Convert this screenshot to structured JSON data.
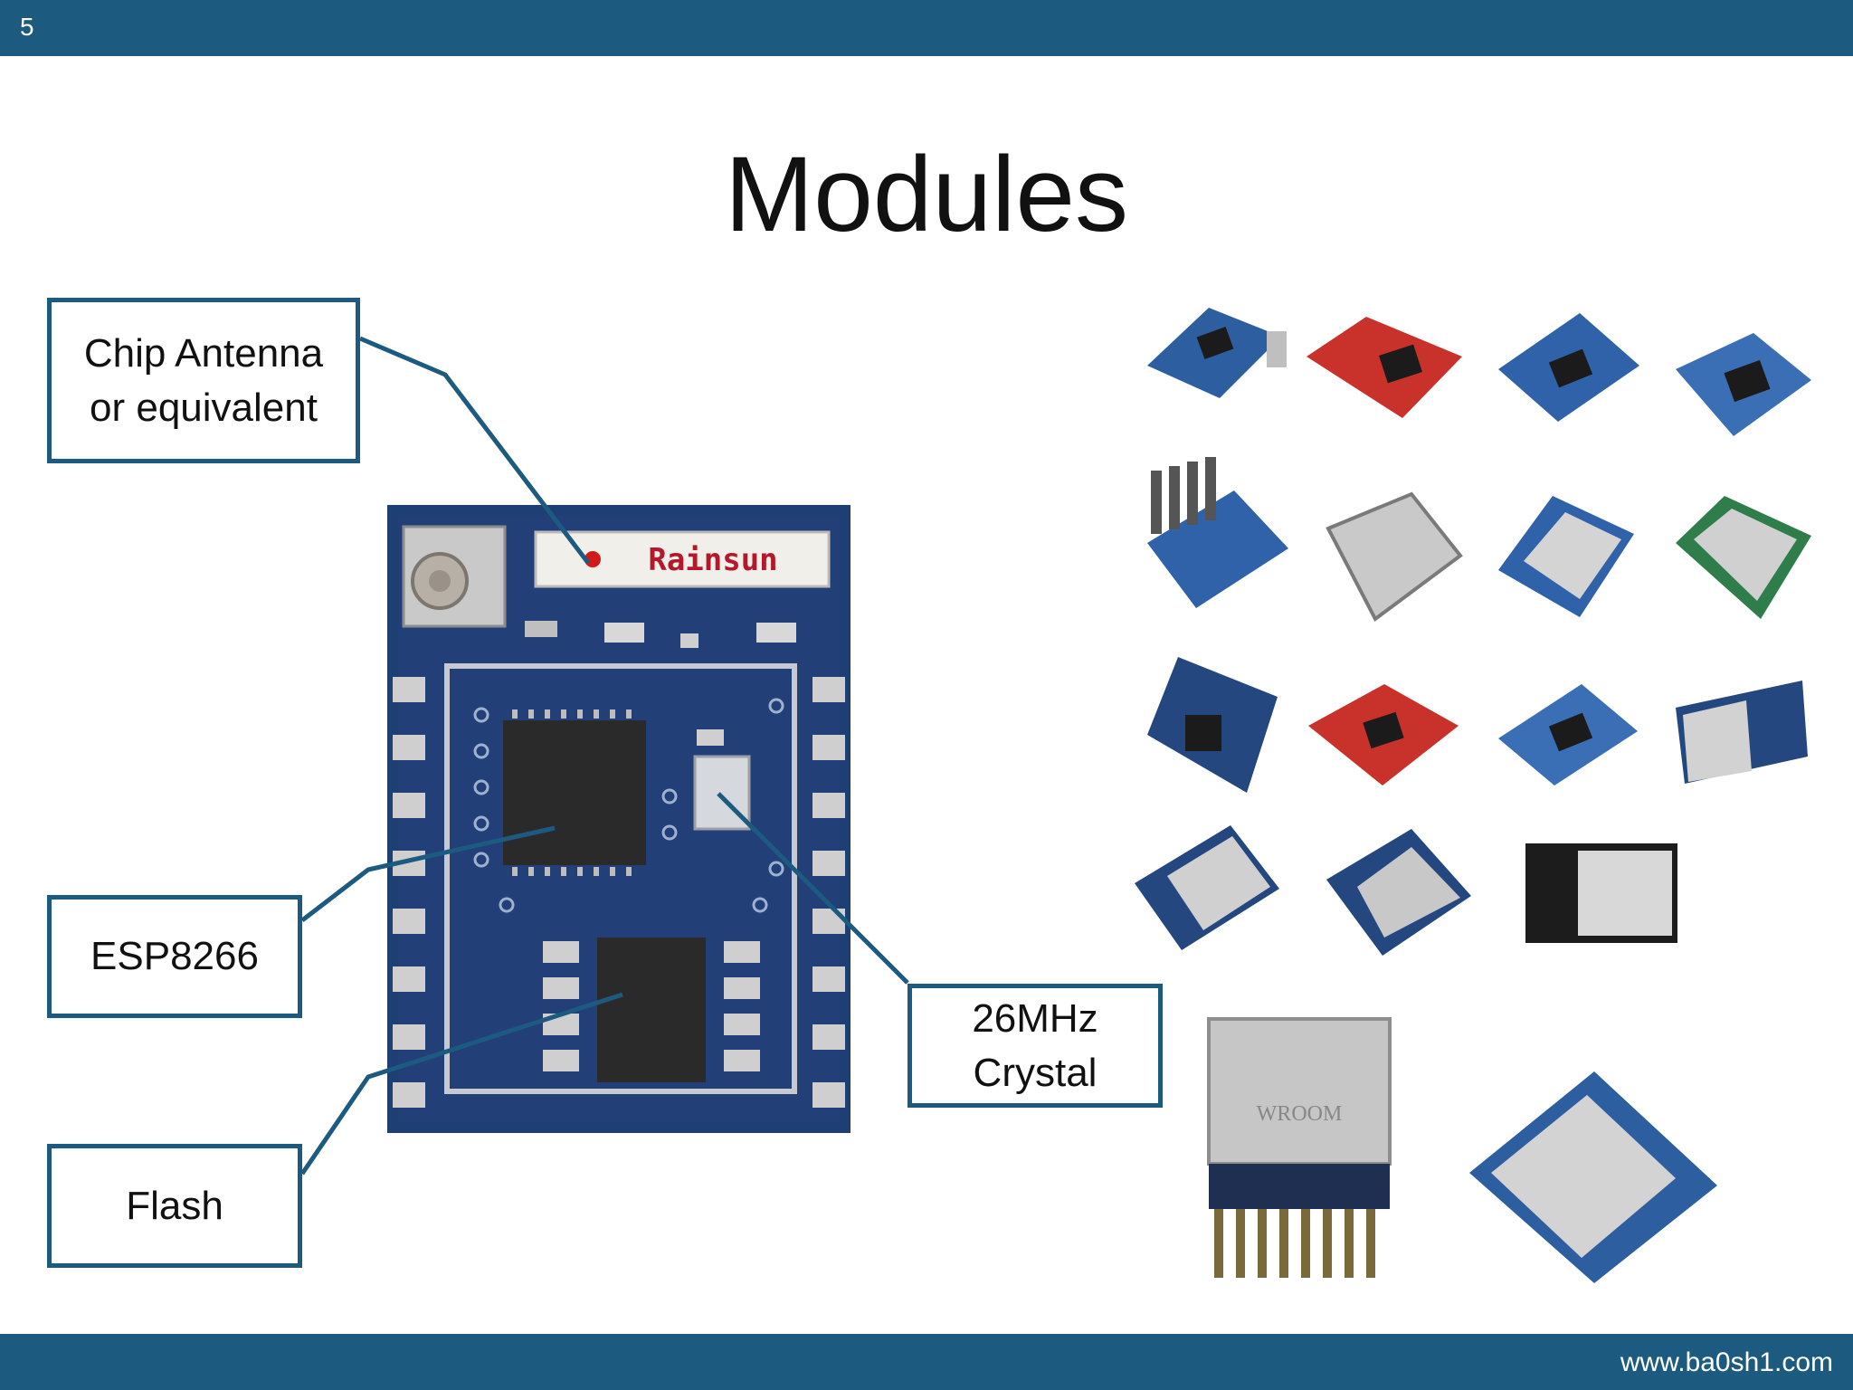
{
  "slide": {
    "number": "5",
    "title": "Modules",
    "footer_url": "www.ba0sh1.com"
  },
  "board": {
    "antenna_label": "Rainsun"
  },
  "callouts": {
    "antenna": "Chip Antenna\nor equivalent",
    "esp": "ESP8266",
    "flash": "Flash",
    "crystal": "26MHz\nCrystal"
  },
  "module_photos": {
    "wroom_label": "WROOM"
  },
  "colors": {
    "bar": "#1c5a80",
    "pcb": "#1e3f73",
    "callout_border": "#1c5a80"
  }
}
